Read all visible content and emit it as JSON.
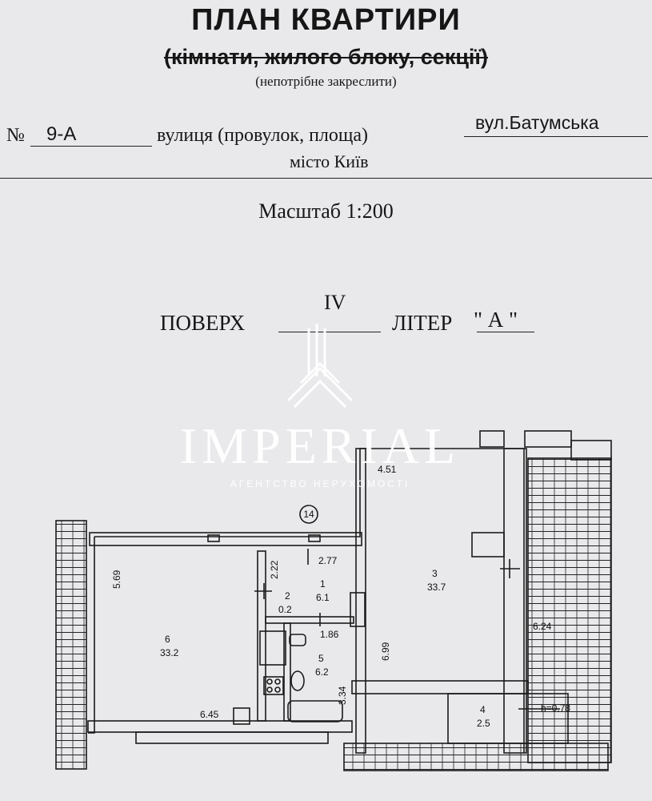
{
  "header": {
    "title": "ПЛАН КВАРТИРИ",
    "subtitle": "(кімнати, жилого блоку, секції)",
    "note": "(непотрібне закреслити)"
  },
  "address": {
    "number_label": "№",
    "number_value": "9-А",
    "street_label": "вулиця (провулок, площа)",
    "street_value": "вул.Батумська",
    "city": "місто Київ"
  },
  "scale": "Масштаб 1:200",
  "floor": {
    "floor_label": "ПОВЕРХ",
    "floor_value": "IV",
    "letter_label": "ЛІТЕР",
    "letter_value": "\" А \""
  },
  "watermark": {
    "name": "IMPERIAL",
    "tagline": "АГЕНТСТВО НЕРУХОМОСТІ"
  },
  "plan": {
    "section_marker": "14",
    "rooms": [
      {
        "num": "1",
        "area": "6.1"
      },
      {
        "num": "2",
        "area": "0.2"
      },
      {
        "num": "3",
        "area": "33.7"
      },
      {
        "num": "4",
        "area": "2.5"
      },
      {
        "num": "5",
        "area": "6.2"
      },
      {
        "num": "6",
        "area": "33.2"
      }
    ],
    "dimensions": {
      "d_4_51": "4.51",
      "d_5_69": "5.69",
      "d_2_22": "2.22",
      "d_2_77": "2.77",
      "d_1_86": "1.86",
      "d_6_99": "6.99",
      "d_6_24": "6.24",
      "d_3_34": "3.34",
      "d_6_45": "6.45",
      "height": "h=0.78"
    }
  }
}
